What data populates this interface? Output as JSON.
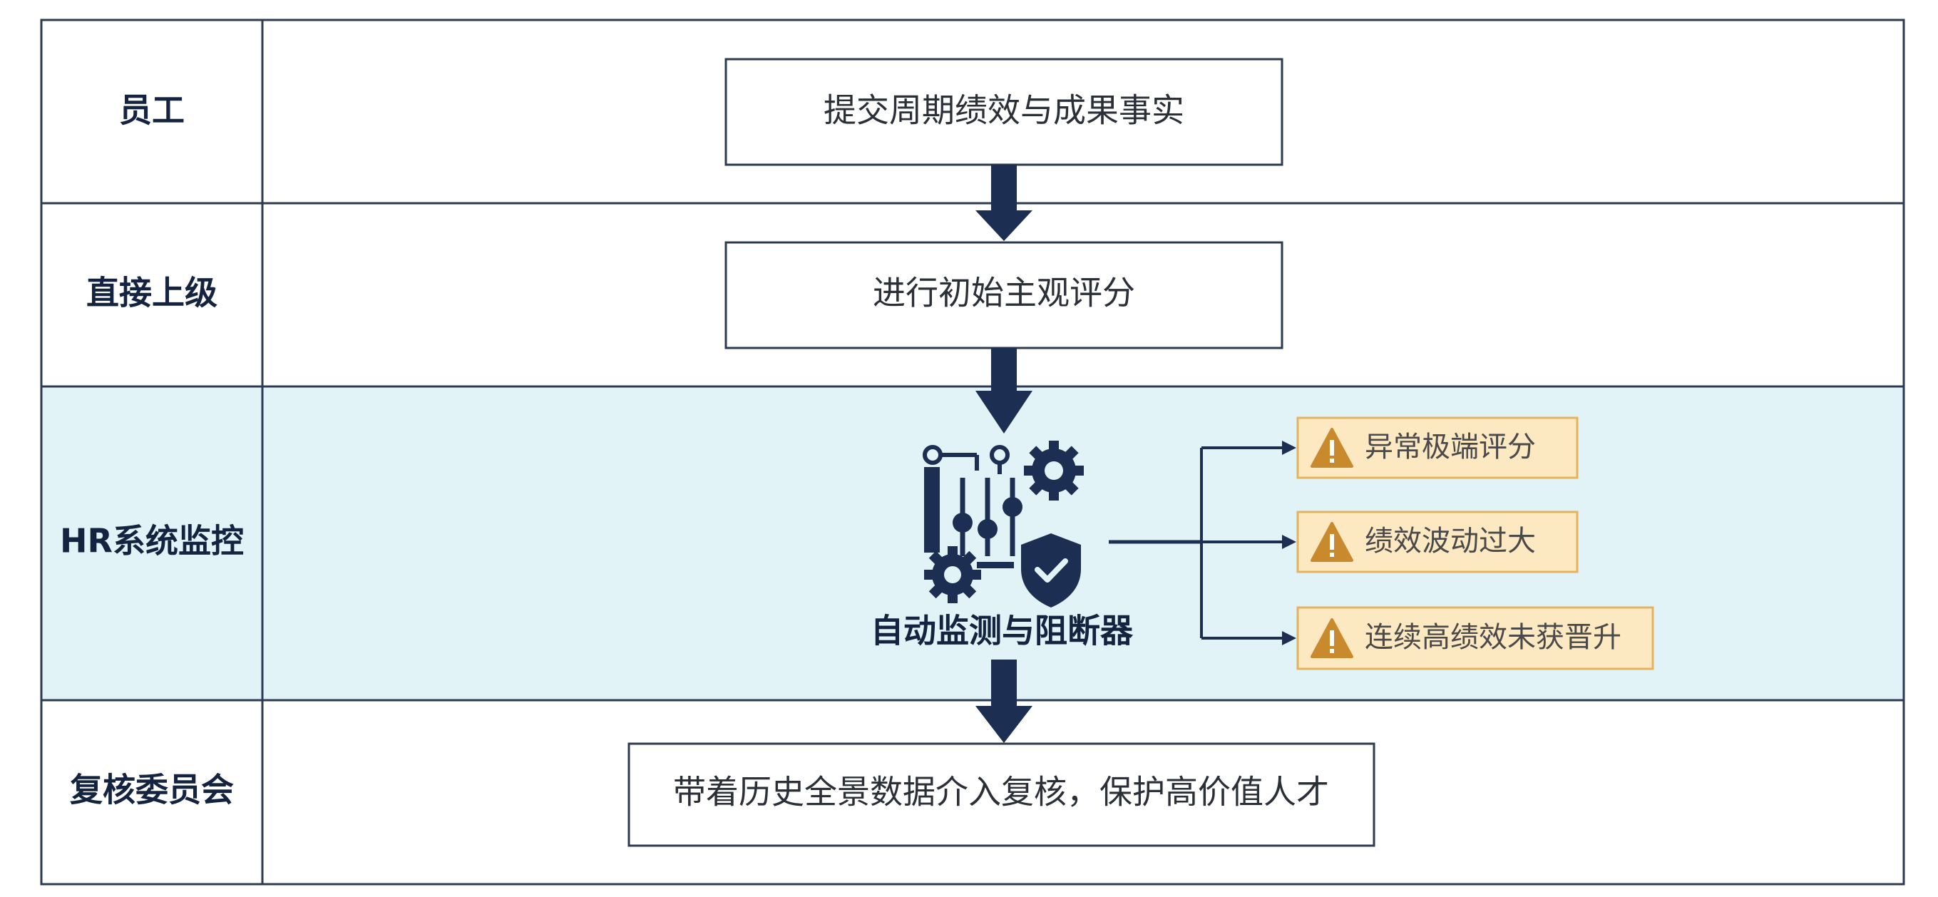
{
  "colors": {
    "navy": "#1c2f52",
    "lane_border": "#2c3a52",
    "highlight_lane": "#e2f3f8",
    "warning_fill": "#fce8c1",
    "warning_border": "#e3b35e",
    "warning_icon": "#c98a2e"
  },
  "lanes": [
    {
      "title": "员工"
    },
    {
      "title": "直接上级"
    },
    {
      "title": "HR系统监控",
      "highlighted": true
    },
    {
      "title": "复核委员会"
    }
  ],
  "steps": {
    "submit": "提交周期绩效与成果事实",
    "initial_rating": "进行初始主观评分",
    "detector": "自动监测与阻断器",
    "review": "带着历史全景数据介入复核，保护高价值人才"
  },
  "alerts": [
    {
      "label": "异常极端评分",
      "icon": "warning-icon"
    },
    {
      "label": "绩效波动过大",
      "icon": "warning-icon"
    },
    {
      "label": "连续高绩效未获晋升",
      "icon": "warning-icon"
    }
  ],
  "detector_icon": "automation-gears-shield-icon"
}
